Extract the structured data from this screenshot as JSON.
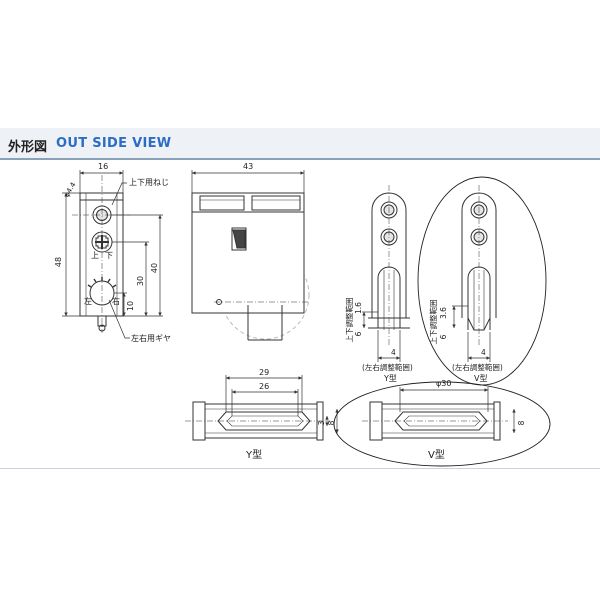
{
  "header": {
    "title_jp": "外形図",
    "title_en": "OUT SIDE VIEW"
  },
  "labels": {
    "dim_16": "16",
    "dim_43": "43",
    "dim_48": "48",
    "dim_40": "40",
    "dim_30": "30",
    "dim_10": "10",
    "dim_phi44": "φ4.4",
    "top_adjust_screw": "上下用ねじ",
    "lr_adjust_gear": "左右用ギヤ",
    "up_mark": "上",
    "down_mark": "下",
    "left_mark": "左",
    "right_mark": "右",
    "vertical_range_y": "上下調整範囲",
    "vertical_range_v": "上下調整範囲",
    "dim_16_y": "1.6",
    "dim_6_y": "6",
    "dim_4_y": "4",
    "dim_36_v": "3.6",
    "dim_6_v": "6",
    "dim_4_v": "4",
    "lr_range_y": "(左右調整範囲)",
    "lr_range_v": "(左右調整範囲)",
    "type_y_side": "Y型",
    "type_v_side": "V型",
    "dim_29": "29",
    "dim_26": "26",
    "dim_3": "3",
    "dim_8_y": "8",
    "dim_phi30": "φ30",
    "dim_8_v": "8",
    "type_y_bottom": "Y型",
    "type_v_bottom": "V型"
  }
}
